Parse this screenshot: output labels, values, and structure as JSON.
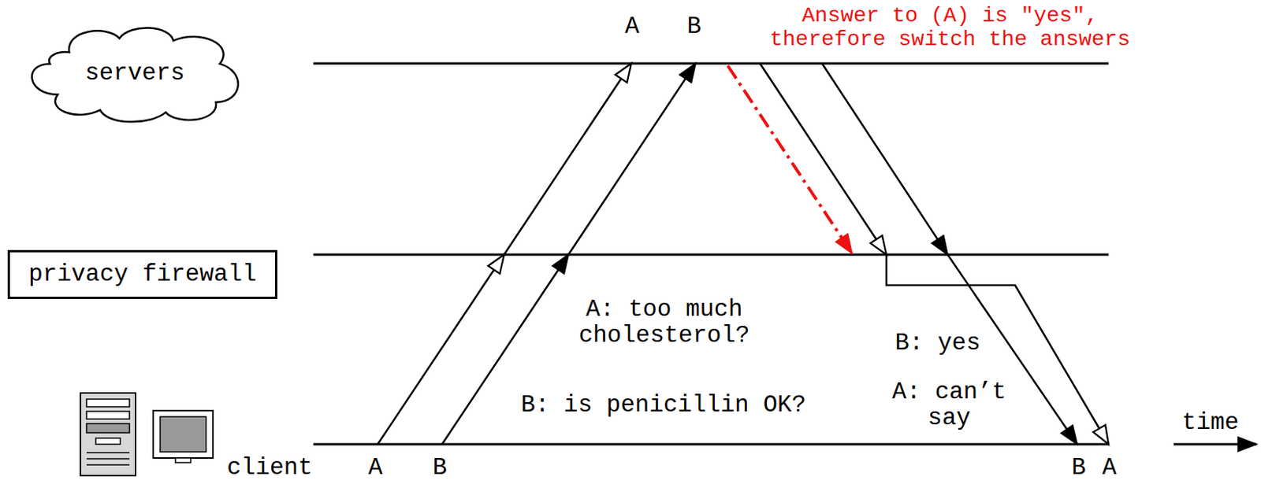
{
  "diagram": {
    "nodes": [
      {
        "text": [
          "servers"
        ]
      },
      {
        "text": [
          "privacy firewall"
        ]
      }
    ],
    "labels": [
      "A",
      "B",
      "Answer to (A) is \"yes\", therefore switch the answers",
      "A: too much cholesterol?",
      "B: is penicillin OK?",
      "B: yes",
      "A: can’t say",
      "client",
      "A",
      "B",
      "B",
      "A",
      "time"
    ]
  }
}
